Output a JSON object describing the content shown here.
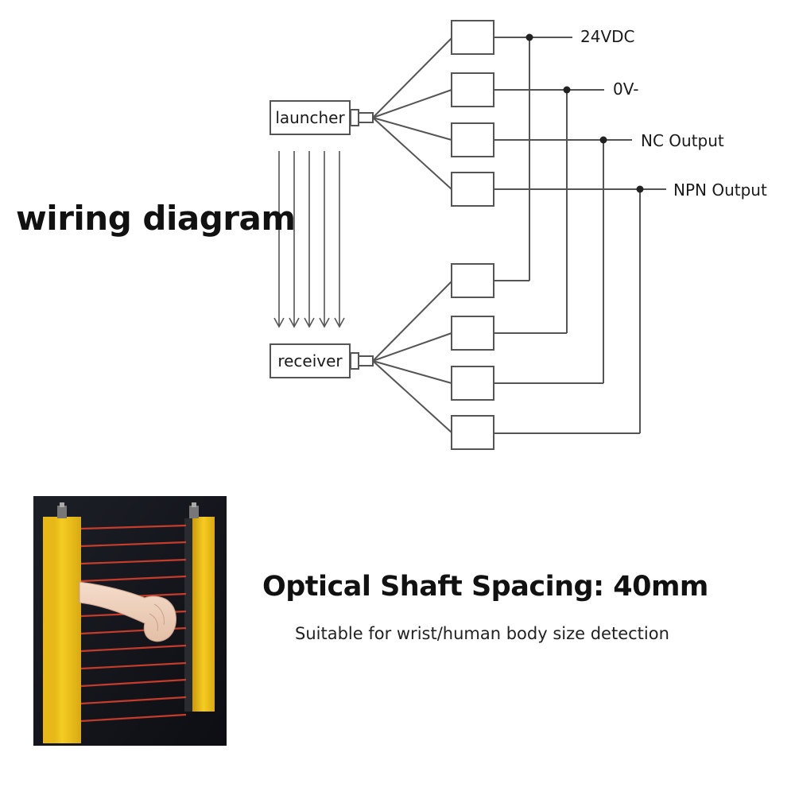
{
  "heading": "wiring diagram",
  "launcher_label": "launcher",
  "receiver_label": "receiver",
  "terminals": [
    "24VDC",
    "0V-",
    "NC Output",
    "NPN Output"
  ],
  "spec": {
    "title": "Optical Shaft Spacing: 40mm",
    "subtitle": "Suitable for wrist/human body size detection"
  },
  "colors": {
    "line": "#555555",
    "housing": "#f2c21b",
    "beam": "#d23a2a",
    "photo_bg": "#15161c"
  }
}
